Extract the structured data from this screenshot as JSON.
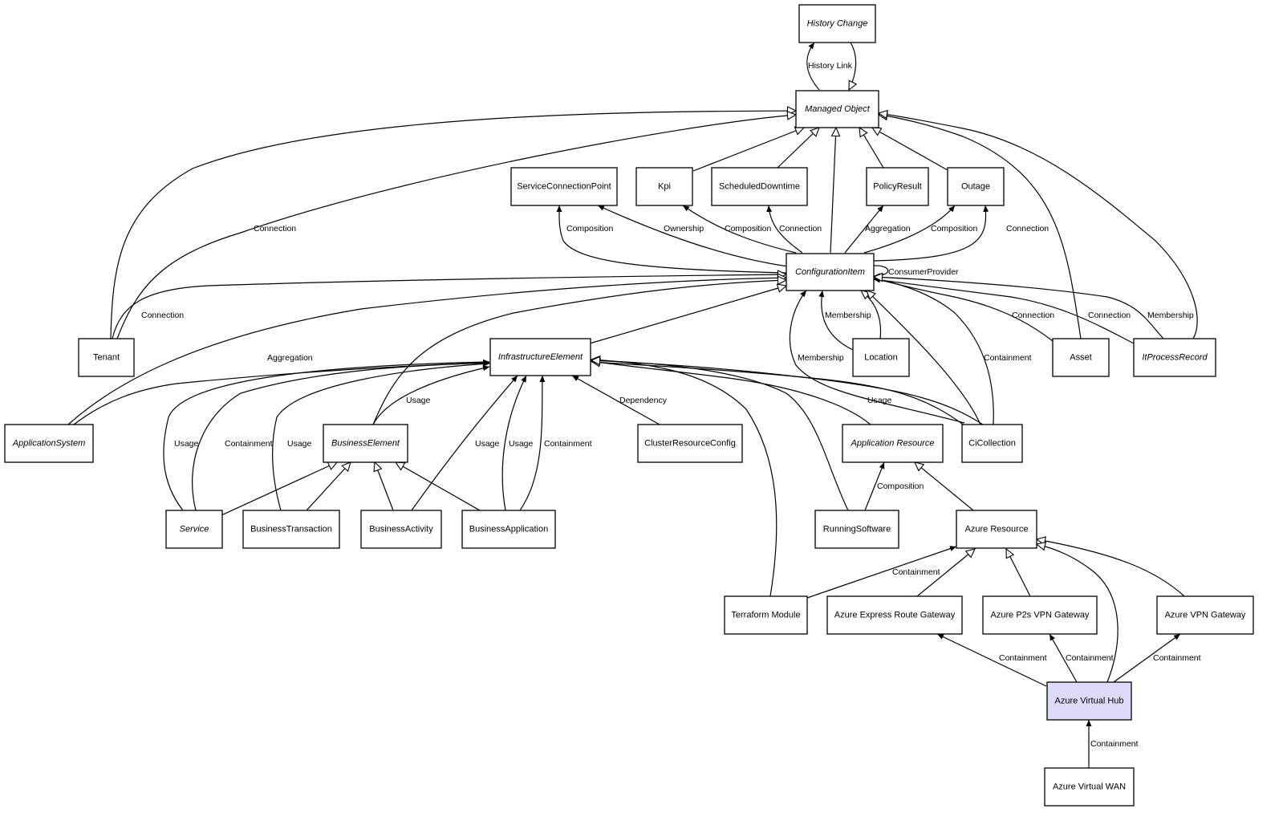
{
  "nodes": {
    "history_change": "History Change",
    "managed_object": "Managed Object",
    "service_connection_point": "ServiceConnectionPoint",
    "kpi": "Kpi",
    "scheduled_downtime": "ScheduledDowntime",
    "policy_result": "PolicyResult",
    "outage": "Outage",
    "configuration_item": "ConfigurationItem",
    "tenant": "Tenant",
    "infrastructure_element": "InfrastructureElement",
    "location": "Location",
    "asset": "Asset",
    "it_process_record": "ItProcessRecord",
    "application_system": "ApplicationSystem",
    "business_element": "BusinessElement",
    "cluster_resource_config": "ClusterResourceConfig",
    "application_resource": "Application Resource",
    "ci_collection": "CiCollection",
    "service": "Service",
    "business_transaction": "BusinessTransaction",
    "business_activity": "BusinessActivity",
    "business_application": "BusinessApplication",
    "running_software": "RunningSoftware",
    "azure_resource": "Azure Resource",
    "terraform_module": "Terraform Module",
    "azure_express_route_gateway": "Azure Express Route Gateway",
    "azure_p2s_vpn_gateway": "Azure P2s VPN Gateway",
    "azure_vpn_gateway": "Azure VPN Gateway",
    "azure_virtual_hub": "Azure Virtual Hub",
    "azure_virtual_wan": "Azure Virtual WAN"
  },
  "edge_labels": {
    "history_link": "History Link",
    "tenant_mo_connection": "Connection",
    "ci_scp_composition": "Composition",
    "ci_scp_ownership": "Ownership",
    "ci_kpi_composition": "Composition",
    "ci_sd_connection": "Connection",
    "ci_pr_aggregation": "Aggregation",
    "ci_outage_composition": "Composition",
    "ci_outage_connection": "Connection",
    "ci_consumer_provider": "ConsumerProvider",
    "tenant_ci_connection": "Connection",
    "as_ie_aggregation": "Aggregation",
    "location_membership": "Membership",
    "cicollection_membership": "Membership",
    "cicollection_containment": "Containment",
    "asset_connection": "Connection",
    "itpr_connection": "Connection",
    "itpr_membership": "Membership",
    "be_usage": "Usage",
    "crc_dependency": "Dependency",
    "cicollection_usage": "Usage",
    "service_usage": "Usage",
    "service_containment": "Containment",
    "bt_usage": "Usage",
    "ba_usage": "Usage",
    "bapp_usage": "Usage",
    "bapp_containment": "Containment",
    "rs_composition": "Composition",
    "terraform_containment": "Containment",
    "hub_erg_containment": "Containment",
    "hub_p2s_containment": "Containment",
    "hub_vpn_containment": "Containment",
    "wan_hub_containment": "Containment"
  },
  "colors": {
    "highlight_fill": "#dcdcfa",
    "stroke": "#000000",
    "background": "#ffffff"
  }
}
